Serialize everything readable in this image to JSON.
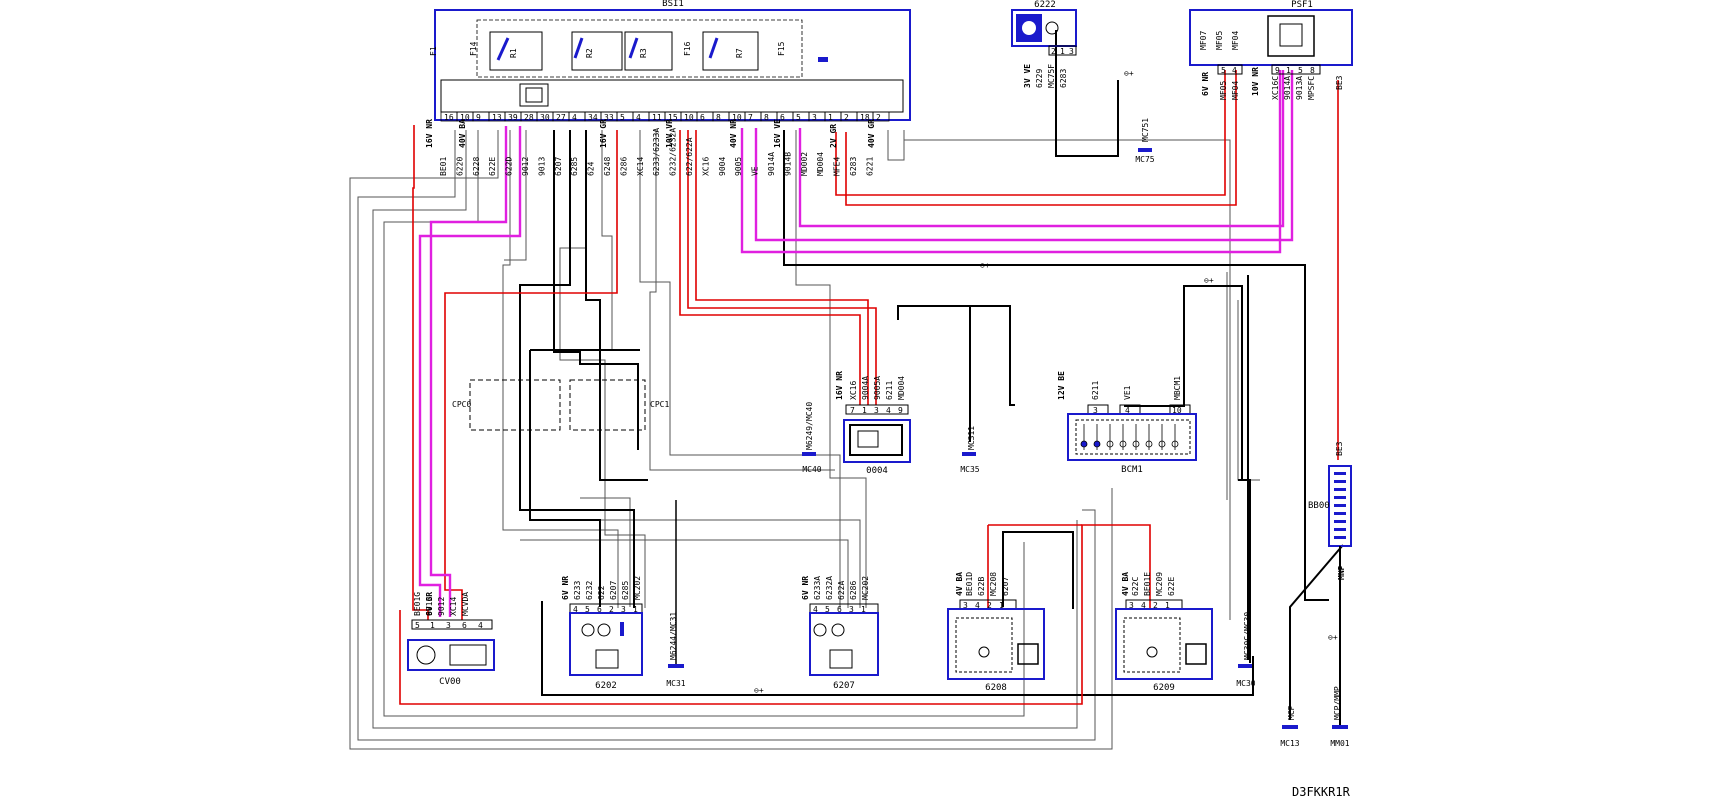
{
  "diagram_ref": "D3FKKR1R",
  "ground_symbol": "⊖+",
  "components": {
    "BSI1": {
      "label": "BSI1",
      "fuses": [
        "F1",
        "F14",
        "F16",
        "F15"
      ],
      "relays": [
        "R1",
        "R2",
        "R3",
        "R7"
      ]
    },
    "6222": {
      "label": "6222"
    },
    "PSF1": {
      "label": "PSF1",
      "fuses": [
        "MF07",
        "MF05",
        "MF04"
      ]
    },
    "CV00": {
      "label": "CV00"
    },
    "6202": {
      "label": "6202"
    },
    "6207": {
      "label": "6207"
    },
    "6208": {
      "label": "6208"
    },
    "6209": {
      "label": "6209"
    },
    "0004": {
      "label": "0004"
    },
    "BCM1": {
      "label": "BCM1"
    },
    "BB00": {
      "label": "BB00"
    },
    "CPC0": {
      "label": "CPC0"
    },
    "CPC1": {
      "label": "CPC1"
    }
  },
  "connectors": {
    "bsi_16v": "16V NR",
    "bsi_40v_ba": "40V BA",
    "bsi_16v_gr": "16V GR",
    "bsi_10v_vr": "10V VR",
    "bsi_40v_nr": "40V NR",
    "bsi_16v_ve": "16V VE",
    "bsi_2v_gr": "2V GR",
    "bsi_40v_gr": "40V GR",
    "k6222": "3V VE",
    "psf_6v": "6V NR",
    "psf_10v": "10V NR",
    "k0004": "16V NR",
    "kbcm": "12V BE",
    "kcv00": "6V GR",
    "k6202": "6V NR",
    "k6207": "6V NR",
    "k6208": "4V BA",
    "k6209": "4V BA",
    "kbb": "MNP"
  },
  "bsi_pins": [
    "16",
    "10",
    "9",
    "13",
    "39",
    "28",
    "30",
    "27",
    "4",
    "34",
    "33",
    "5",
    "4",
    "11",
    "15",
    "10",
    "6",
    "8",
    "10",
    "7",
    "8",
    "6",
    "5",
    "3",
    "1",
    "2",
    "18",
    "2"
  ],
  "wires": {
    "bsi": [
      "BE01",
      "6220",
      "6228",
      "622E",
      "622D",
      "9012",
      "9013",
      "6207",
      "6285",
      "624",
      "6248",
      "6286",
      "XC14",
      "6233/6233A",
      "6232/6232A",
      "622/622A",
      "XC16",
      "9004",
      "9005",
      "VE",
      "9014A",
      "9014B",
      "MD002",
      "MD004",
      "MFE4",
      "6283",
      "6221"
    ],
    "k6222": [
      "6229",
      "MC75F",
      "6283"
    ],
    "psf": [
      "MF05",
      "MF04",
      "XC16C",
      "9014A",
      "9013A",
      "MPSFC"
    ],
    "psf_right": "BE3",
    "k0004": [
      "XC16",
      "9004A",
      "9005A",
      "6211",
      "MD004"
    ],
    "kbcm": [
      "6211",
      "VE1",
      "MBCM1"
    ],
    "kcv00": [
      "BE01G",
      "9013",
      "9012",
      "XC14",
      "MCVDA"
    ],
    "k6202": [
      "6233",
      "6232",
      "622",
      "6207",
      "6285",
      "MC202"
    ],
    "k6207": [
      "6233A",
      "6232A",
      "622A",
      "6286",
      "MC202"
    ],
    "k6208": [
      "BE01D",
      "622B",
      "MC208",
      "6207"
    ],
    "k6209": [
      "622C",
      "BE01E",
      "MC209",
      "622E"
    ],
    "bb": "BE3"
  },
  "grounds": {
    "mc75": "MC751",
    "mc75_lbl": "MC75",
    "mc40": "M6249/MC40",
    "mc40_lbl": "MC40",
    "mc35": "MC311",
    "mc35_lbl": "MC35",
    "mc31": "M6244/MC31",
    "mc31_lbl": "MC31",
    "mc30": "MC30C/MC30",
    "mc30_lbl": "MC30",
    "mc13": "MCP",
    "mc13_lbl": "MC13",
    "mm01": "MCP/MMP",
    "mm01_lbl": "MM01"
  },
  "colors": {
    "frame": "#1a1acc",
    "red": "#e00000",
    "magenta": "#e020e0",
    "black": "#000000",
    "grey": "#666666"
  }
}
